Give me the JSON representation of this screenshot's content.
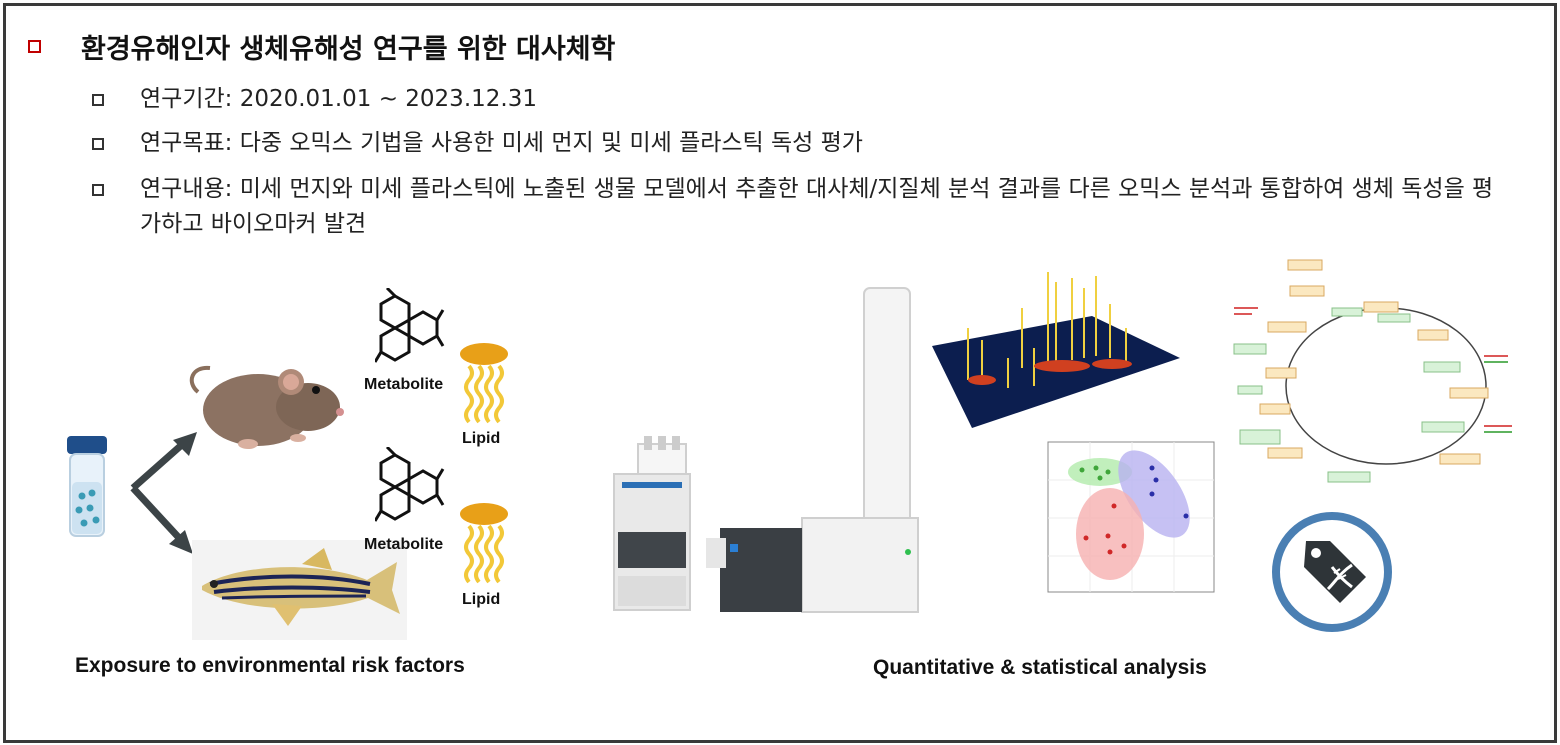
{
  "title": "환경유해인자 생체유해성 연구를 위한 대사체학",
  "bullets": [
    {
      "label": "연구기간:",
      "text": " 2020.01.01 ~ 2023.12.31"
    },
    {
      "label": "연구목표:",
      "text": " 다중 오믹스 기법을 사용한 미세 먼지 및 미세 플라스틱 독성 평가"
    },
    {
      "label": "연구내용:",
      "text": "  미세 먼지와 미세 플라스틱에 노출된 생물 모델에서 추출한 대사체/지질체 분석 결과를 다른 오믹스 분석과 통합하여 생체 독성을 평가하고 바이오마커 발견"
    }
  ],
  "labels": {
    "metabolite": "Metabolite",
    "lipid": "Lipid"
  },
  "captions": {
    "exposure": "Exposure to environmental risk factors",
    "analysis": "Quantitative & statistical analysis"
  },
  "colors": {
    "bullet_red": "#c00000",
    "lipid_head": "#e8a018",
    "lipid_tail": "#f2c838",
    "arrow": "#3c4447",
    "badge_ring": "#4a7fb3",
    "badge_fill": "#2e3438"
  }
}
